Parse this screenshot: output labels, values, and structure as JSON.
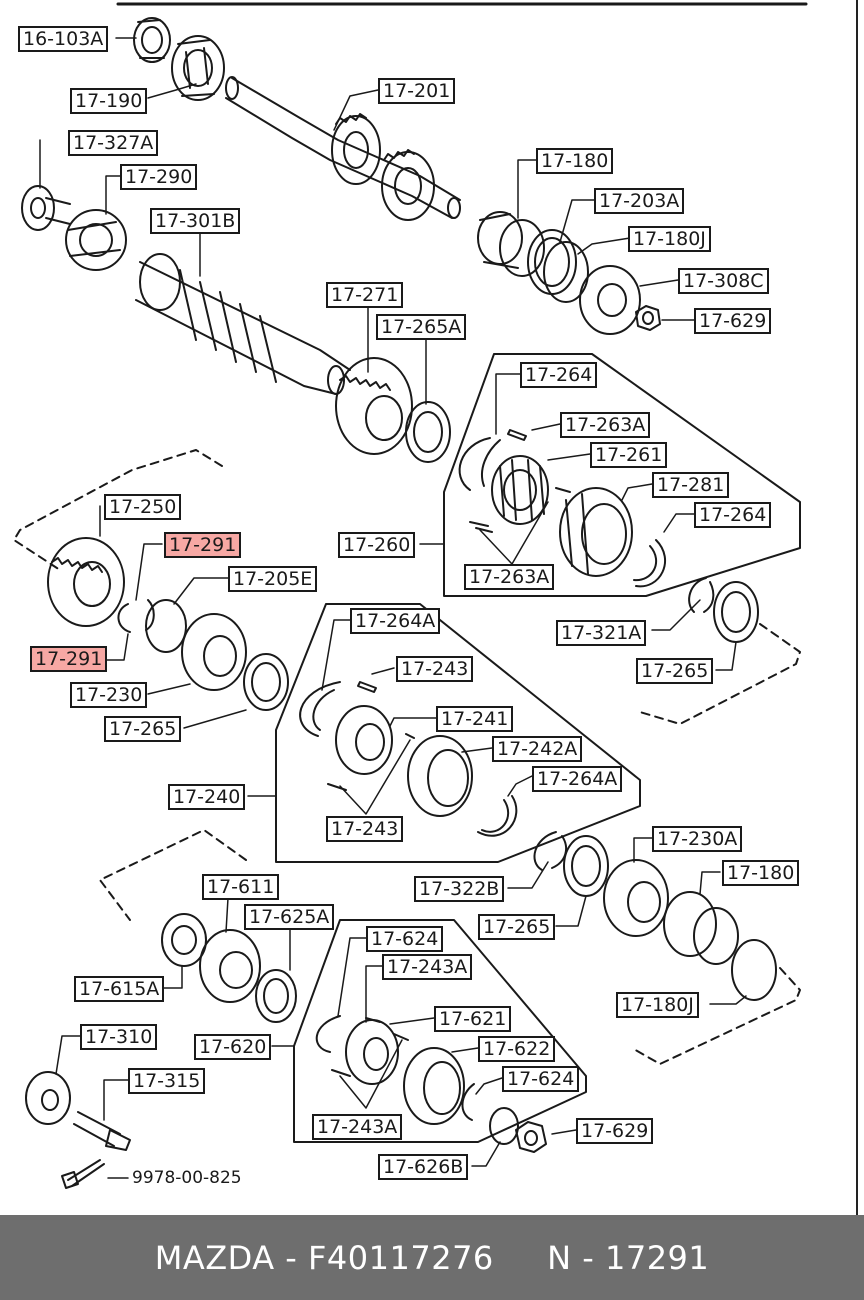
{
  "diagram": {
    "labels": [
      {
        "text": "16-103A"
      },
      {
        "text": "17-190"
      },
      {
        "text": "17-201"
      },
      {
        "text": "17-327A"
      },
      {
        "text": "17-290"
      },
      {
        "text": "17-301B"
      },
      {
        "text": "17-180"
      },
      {
        "text": "17-203A"
      },
      {
        "text": "17-180J"
      },
      {
        "text": "17-308C"
      },
      {
        "text": "17-629"
      },
      {
        "text": "17-271"
      },
      {
        "text": "17-265A"
      },
      {
        "text": "17-264"
      },
      {
        "text": "17-263A"
      },
      {
        "text": "17-261"
      },
      {
        "text": "17-281"
      },
      {
        "text": "17-264"
      },
      {
        "text": "17-260"
      },
      {
        "text": "17-263A"
      },
      {
        "text": "17-250"
      },
      {
        "text": "17-291",
        "highlight": true
      },
      {
        "text": "17-205E"
      },
      {
        "text": "17-291",
        "highlight": true
      },
      {
        "text": "17-230"
      },
      {
        "text": "17-265"
      },
      {
        "text": "17-264A"
      },
      {
        "text": "17-243"
      },
      {
        "text": "17-241"
      },
      {
        "text": "17-242A"
      },
      {
        "text": "17-264A"
      },
      {
        "text": "17-240"
      },
      {
        "text": "17-243"
      },
      {
        "text": "17-321A"
      },
      {
        "text": "17-265"
      },
      {
        "text": "17-230A"
      },
      {
        "text": "17-180"
      },
      {
        "text": "17-322B"
      },
      {
        "text": "17-265"
      },
      {
        "text": "17-611"
      },
      {
        "text": "17-625A"
      },
      {
        "text": "17-615A"
      },
      {
        "text": "17-180J"
      },
      {
        "text": "17-624"
      },
      {
        "text": "17-243A"
      },
      {
        "text": "17-621"
      },
      {
        "text": "17-620"
      },
      {
        "text": "17-622"
      },
      {
        "text": "17-624"
      },
      {
        "text": "17-310"
      },
      {
        "text": "17-315"
      },
      {
        "text": "17-243A"
      },
      {
        "text": "17-629"
      },
      {
        "text": "17-626B"
      }
    ],
    "plain_part": "9978-00-825"
  },
  "footer": {
    "text": "MAZDA - F40117276     N - 17291"
  },
  "colors": {
    "highlight": "#f7a8a4",
    "footer_bg": "#6e6e6e",
    "ink": "#1a1a1a"
  }
}
